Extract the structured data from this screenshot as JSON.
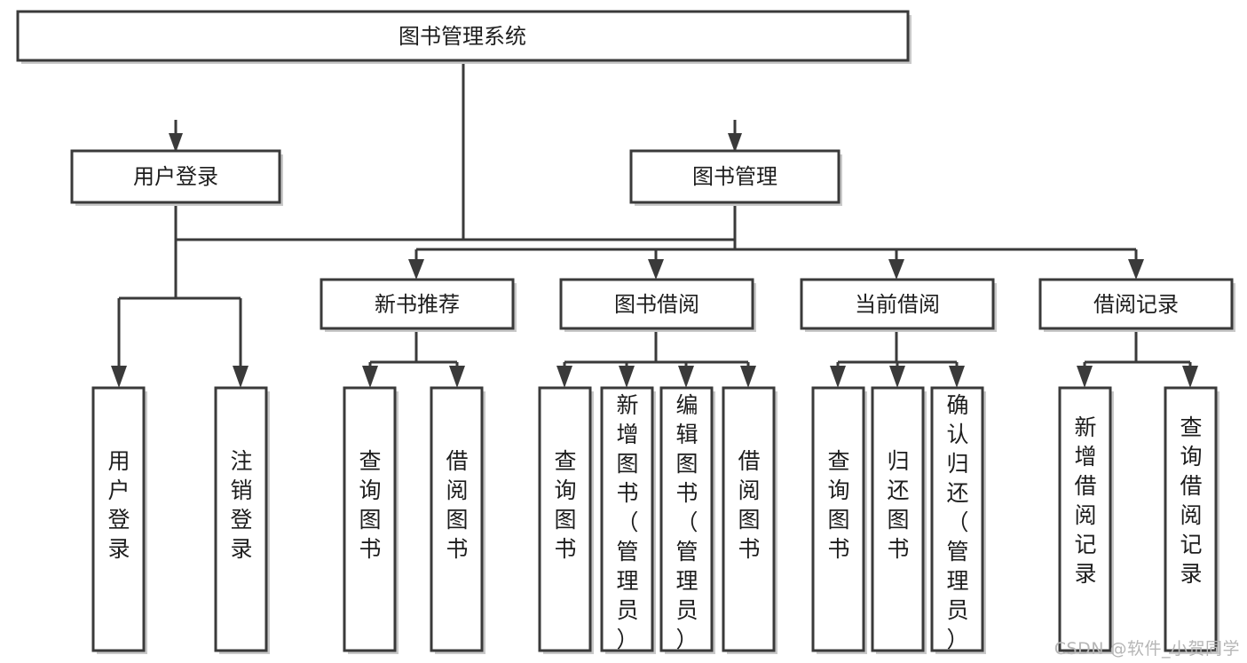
{
  "diagram": {
    "type": "tree-hierarchy",
    "title": "图书管理系统",
    "watermark": "CSDN @软件_小贺同学",
    "colors": {
      "box_stroke": "#3a3a3a",
      "box_fill": "#ffffff",
      "text": "#1d1d1d",
      "connector": "#3a3a3a",
      "watermark": "#b6b6b6",
      "background": "#ffffff"
    },
    "root": {
      "label": "图书管理系统",
      "level": 0
    },
    "level2": [
      {
        "label": "用户登录",
        "level": 1
      },
      {
        "label": "图书管理",
        "level": 1
      }
    ],
    "level3": [
      {
        "label": "新书推荐",
        "level": 2,
        "parent": "图书管理"
      },
      {
        "label": "图书借阅",
        "level": 2,
        "parent": "图书管理"
      },
      {
        "label": "当前借阅",
        "level": 2,
        "parent": "图书管理"
      },
      {
        "label": "借阅记录",
        "level": 2,
        "parent": "图书管理"
      }
    ],
    "leaves": [
      {
        "label": "用户登录",
        "parent": "用户登录"
      },
      {
        "label": "注销登录",
        "parent": "用户登录"
      },
      {
        "label": "查询图书",
        "parent": "新书推荐"
      },
      {
        "label": "借阅图书",
        "parent": "新书推荐"
      },
      {
        "label": "查询图书",
        "parent": "图书借阅"
      },
      {
        "label": "新增图书（管理员）",
        "parent": "图书借阅"
      },
      {
        "label": "编辑图书（管理员）",
        "parent": "图书借阅"
      },
      {
        "label": "借阅图书",
        "parent": "图书借阅"
      },
      {
        "label": "查询图书",
        "parent": "当前借阅"
      },
      {
        "label": "归还图书",
        "parent": "当前借阅"
      },
      {
        "label": "确认归还（管理员）",
        "parent": "当前借阅"
      },
      {
        "label": "新增借阅记录",
        "parent": "借阅记录"
      },
      {
        "label": "查询借阅记录",
        "parent": "借阅记录"
      }
    ]
  }
}
